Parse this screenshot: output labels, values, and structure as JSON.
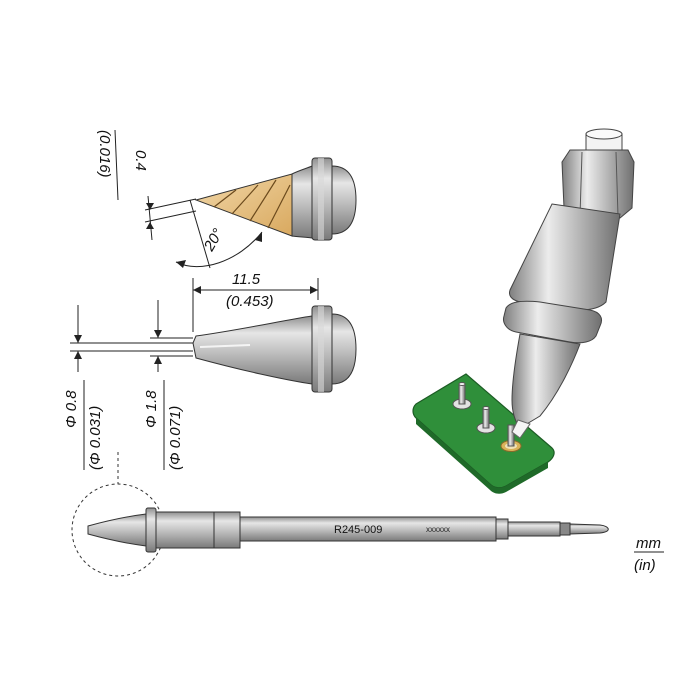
{
  "dimensions": {
    "tip_thickness_mm": "0.4",
    "tip_thickness_in": "(0.016)",
    "bevel_angle": "20°",
    "length_mm": "11.5",
    "length_in": "(0.453)",
    "inner_diameter_mm": "Φ 0.8",
    "inner_diameter_in": "(Φ 0.031)",
    "outer_diameter_mm": "Φ 1.8",
    "outer_diameter_in": "(Φ 0.071)"
  },
  "cartridge": {
    "part_number": "R245-009",
    "code": "xxxxxx"
  },
  "units": {
    "metric": "mm",
    "imperial": "(in)"
  },
  "colors": {
    "bevel_face": "#e7c48f",
    "metal": "#b8b8b8",
    "pcb": "#2f8f3a",
    "pad": "#d9b35a"
  }
}
